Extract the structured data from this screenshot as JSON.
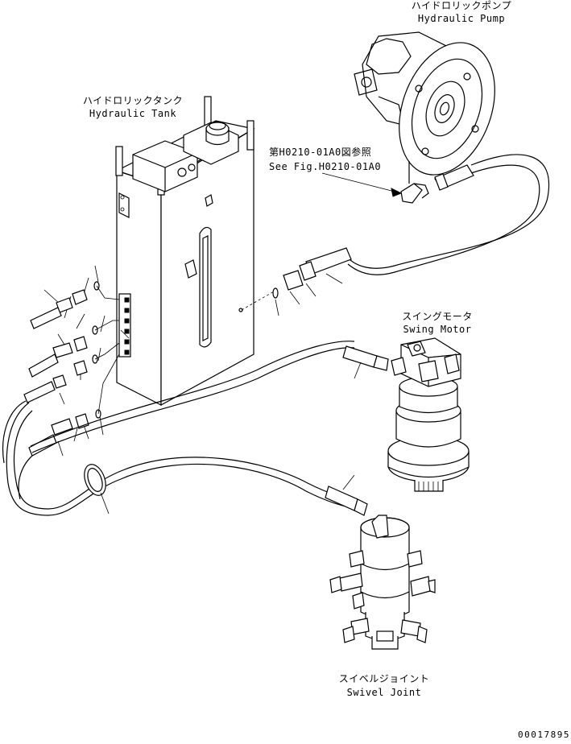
{
  "labels": {
    "hydraulic_pump_ja": "ハイドロリックポンプ",
    "hydraulic_pump_en": "Hydraulic Pump",
    "hydraulic_tank_ja": "ハイドロリックタンク",
    "hydraulic_tank_en": "Hydraulic Tank",
    "ref_ja": "第H0210-01A0図参照",
    "ref_en": "See Fig.H0210-01A0",
    "swing_motor_ja": "スイングモータ",
    "swing_motor_en": "Swing Motor",
    "swivel_joint_ja": "スイベルジョイント",
    "swivel_joint_en": "Swivel Joint",
    "part_number": "00017895"
  }
}
